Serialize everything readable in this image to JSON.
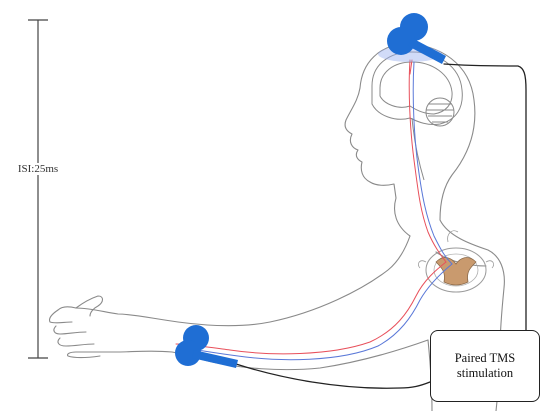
{
  "isi_label": "ISI:25ms",
  "stimulation_box": {
    "line1": "Paired TMS",
    "line2": "stimulation"
  },
  "colors": {
    "coil": "#1f6ed4",
    "nerve_red": "#e8505b",
    "nerve_blue": "#5a78d8",
    "spinal_cord": "#c99a6e",
    "outline": "#8a8a8a",
    "cable": "#222222"
  },
  "icons": [
    "tms-coil-head-icon",
    "tms-coil-arm-icon"
  ]
}
